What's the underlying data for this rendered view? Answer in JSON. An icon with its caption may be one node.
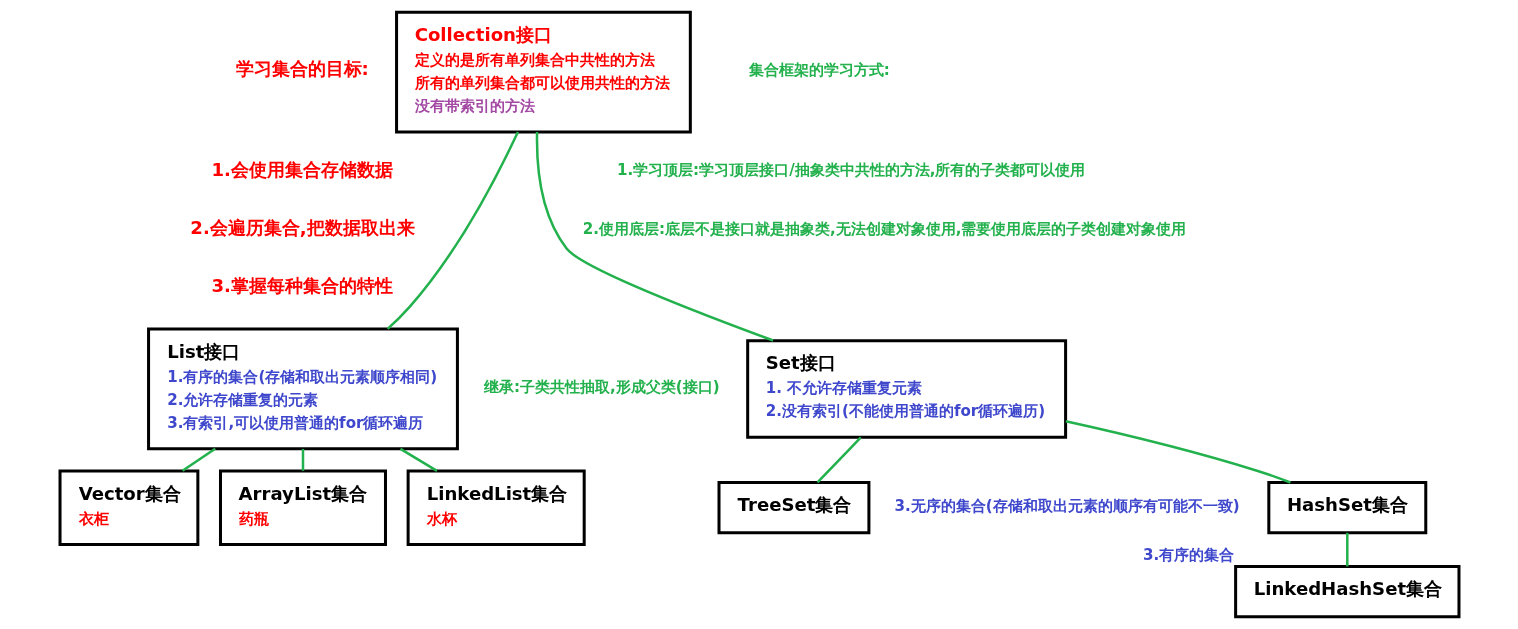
{
  "diagram": {
    "nodes": [
      {
        "text": [
          "Collection接口",
          "定义的是所有单列集合中共性的方法",
          "所有的单列集合都可以使用共性的方法",
          "没有带索引的方法"
        ]
      },
      {
        "text": [
          "List接口",
          "1.有序的集合(存储和取出元素顺序相同)",
          "2.允许存储重复的元素",
          "3.有索引,可以使用普通的for循环遍历"
        ]
      },
      {
        "text": [
          "Set接口",
          "1. 不允许存储重复元素",
          "2.没有索引(不能使用普通的for循环遍历)"
        ]
      },
      {
        "text": [
          "Vector集合",
          "衣柜"
        ]
      },
      {
        "text": [
          "ArrayList集合",
          "药瓶"
        ]
      },
      {
        "text": [
          "LinkedList集合",
          "水杯"
        ]
      },
      {
        "text": [
          "TreeSet集合"
        ]
      },
      {
        "text": [
          "HashSet集合"
        ]
      },
      {
        "text": [
          "LinkedHashSet集合"
        ],
        "beside": [
          "3.有序的集合"
        ]
      }
    ],
    "edges": [
      {
        "from": 0,
        "to": 1,
        "arrow": "none"
      },
      {
        "from": 0,
        "to": 2,
        "arrow": "none"
      },
      {
        "from": 1,
        "to": 3,
        "arrow": "none"
      },
      {
        "from": 1,
        "to": 4,
        "arrow": "none"
      },
      {
        "from": 1,
        "to": 5,
        "arrow": "none"
      },
      {
        "from": 2,
        "to": 6,
        "arrow": "none"
      },
      {
        "from": 2,
        "to": 7,
        "arrow": "none"
      },
      {
        "from": 7,
        "to": 8,
        "arrow": "none"
      }
    ],
    "labels": [
      "学习集合的目标:",
      "1.会使用集合存储数据",
      "2.会遍历集合,把数据取出来",
      "3.掌握每种集合的特性",
      "集合框架的学习方式:",
      "1.学习顶层:学习顶层接口/抽象类中共性的方法,所有的子类都可以使用",
      "2.使用底层:底层不是接口就是抽象类,无法创建对象使用,需要使用底层的子类创建对象使用",
      "继承:子类共性抽取,形成父类(接口)",
      "3.无序的集合(存储和取出元素的顺序有可能不一致)"
    ]
  }
}
